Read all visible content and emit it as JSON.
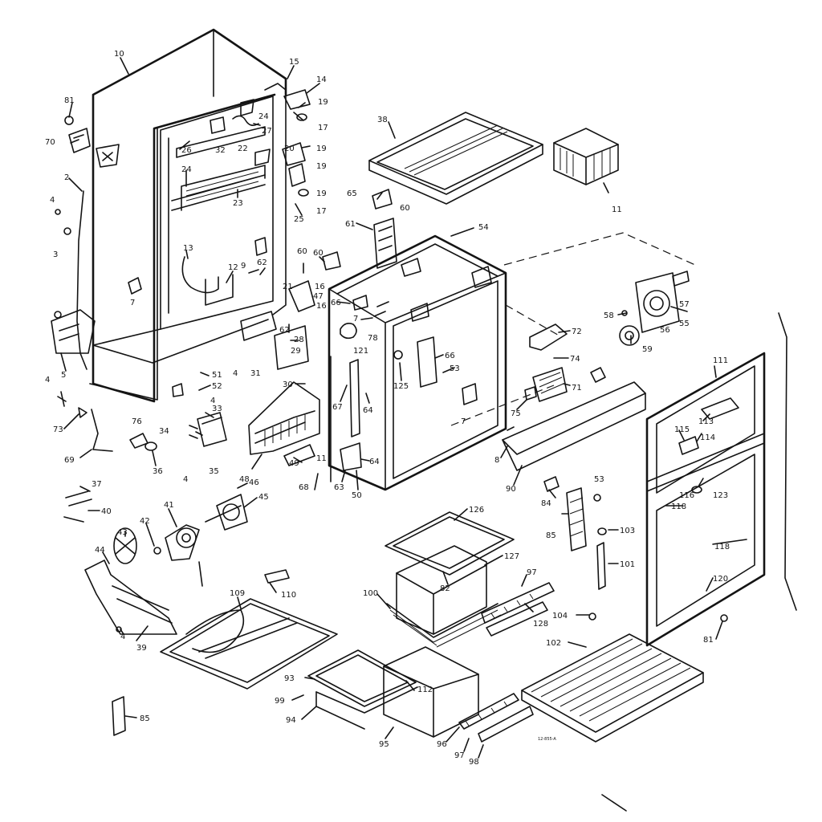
{
  "labels": {
    "p10": "10",
    "p15": "15",
    "p14": "14",
    "p81a": "81",
    "p70": "70",
    "p2": "2",
    "p4a": "4",
    "p3": "3",
    "p7a": "7",
    "p13": "13",
    "p12": "12",
    "p5": "5",
    "p4b": "4",
    "p73": "73",
    "p69": "69",
    "p76": "76",
    "p36": "36",
    "p34": "34",
    "p33": "33",
    "p35": "35",
    "p4c": "4",
    "p48": "48",
    "p49": "49",
    "p30": "30",
    "p11a": "11",
    "p68a": "68",
    "p51": "51",
    "p52": "52",
    "p4d": "4",
    "p4e": "4",
    "p31": "31",
    "p28": "28",
    "p29": "29",
    "p26": "26",
    "p32": "32",
    "p22": "22",
    "p24a": "24",
    "p24b": "24",
    "p27": "27",
    "p23": "23",
    "p19a": "19",
    "p17a": "17",
    "p20": "20",
    "p19b": "19",
    "p19c": "19",
    "p19d": "19",
    "p25": "25",
    "p17b": "17",
    "p9": "9",
    "p62a": "62",
    "p60a": "60",
    "p60b": "60",
    "p21": "21",
    "p16a": "16",
    "p47": "47",
    "p16b": "16",
    "p62b": "62",
    "p38": "38",
    "p65": "65",
    "p61": "61",
    "p60c": "60",
    "p54": "54",
    "p11b": "11",
    "p66a": "66",
    "p7b": "7",
    "p78": "78",
    "p121": "121",
    "p125": "125",
    "p66b": "66",
    "p53a": "53",
    "p67": "67",
    "p64a": "64",
    "p64b": "64",
    "p63": "63",
    "p50": "50",
    "p7c": "7",
    "p72": "72",
    "p74": "74",
    "p75": "75",
    "p71": "71",
    "p8": "8",
    "p90": "90",
    "p58": "58",
    "p57": "57",
    "p55": "55",
    "p56": "56",
    "p59": "59",
    "p111": "111",
    "p113": "113",
    "p115": "115",
    "p114": "114",
    "p116": "116",
    "p123": "123",
    "p118a": "118",
    "p118b": "118",
    "p120": "120",
    "p81b": "81",
    "p84": "84",
    "p53b": "53",
    "p85a": "85",
    "p103": "103",
    "p101": "101",
    "p37": "37",
    "p40": "40",
    "p46": "46",
    "p45": "45",
    "p41": "41",
    "p42": "42",
    "p43": "43",
    "p44": "44",
    "p4f": "4",
    "p39": "39",
    "p110": "110",
    "p109": "109",
    "p126": "126",
    "p127": "127",
    "p82": "82",
    "p100": "100",
    "p97a": "97",
    "p128": "128",
    "p104": "104",
    "p102": "102",
    "p93": "93",
    "p112": "112",
    "p99": "99",
    "p94": "94",
    "p95": "95",
    "p96": "96",
    "p97b": "97",
    "p98": "98",
    "p85b": "85"
  },
  "drawing_code": "12-855-A"
}
